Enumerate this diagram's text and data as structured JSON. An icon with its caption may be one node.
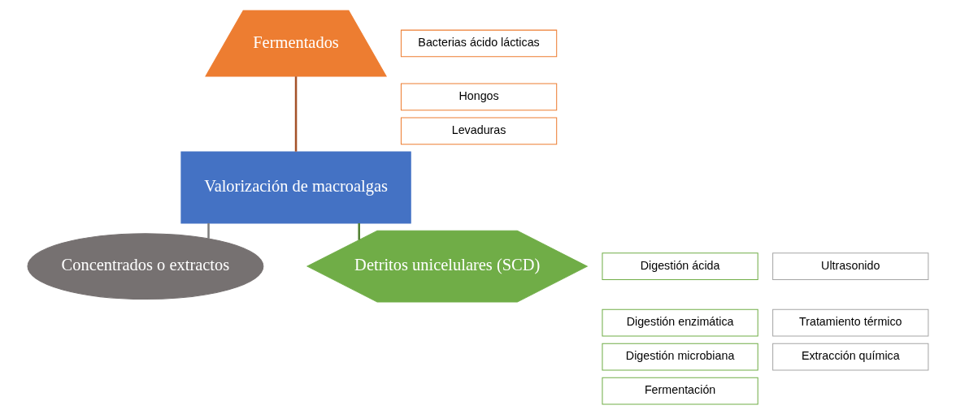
{
  "diagram": {
    "nodes": [
      {
        "text": [
          "Fermentados"
        ]
      },
      {
        "text": [
          "Bacterias ácido lácticas"
        ]
      },
      {
        "text": [
          "Hongos"
        ]
      },
      {
        "text": [
          "Levaduras"
        ]
      },
      {
        "text": [
          "Valorización de macroalgas"
        ]
      },
      {
        "text": [
          "Ultrasonido"
        ]
      },
      {
        "text": [
          "Tratamiento térmico"
        ]
      },
      {
        "text": [
          "Extracción química"
        ]
      },
      {
        "text": [
          "Concentrados o extractos"
        ]
      },
      {
        "text": [
          "Detritos unicelulares (SCD)"
        ]
      },
      {
        "text": [
          "Digestión ácida"
        ]
      },
      {
        "text": [
          "Digestión enzimática"
        ]
      },
      {
        "text": [
          "Digestión microbiana"
        ]
      },
      {
        "text": [
          "Fermentación"
        ]
      }
    ],
    "edges": [
      {
        "from": 0,
        "to": 4,
        "arrow": "none",
        "color": "#a5532a"
      },
      {
        "from": 4,
        "to": 8,
        "arrow": "none",
        "color": "#7f7f7f"
      },
      {
        "from": 4,
        "to": 9,
        "arrow": "none",
        "color": "#548235"
      }
    ]
  }
}
